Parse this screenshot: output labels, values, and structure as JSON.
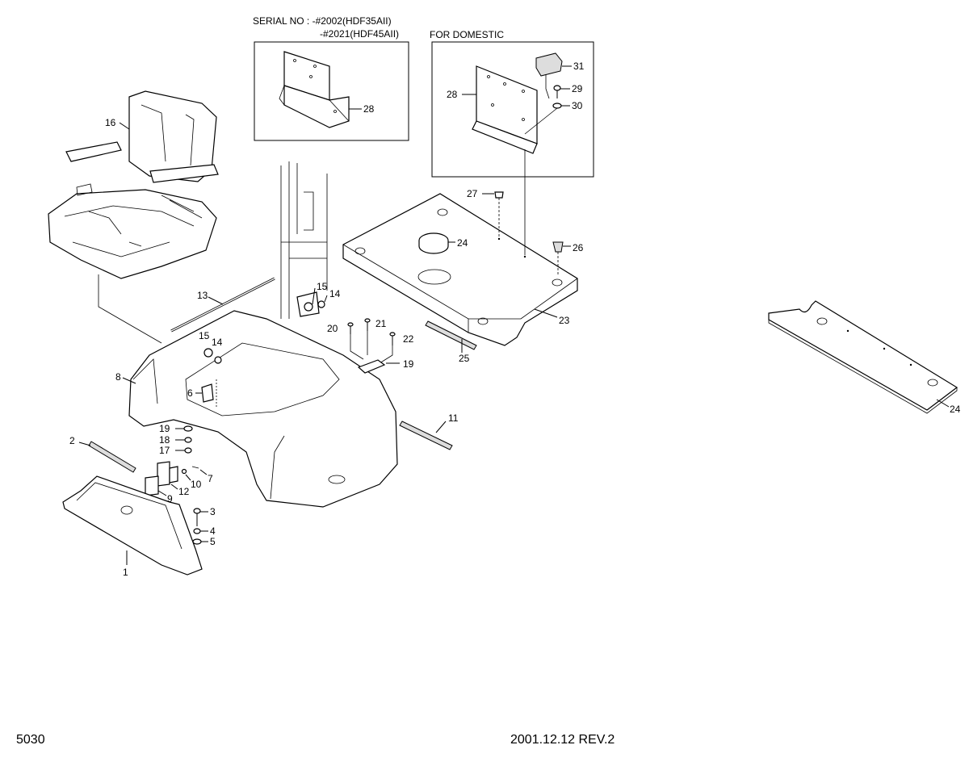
{
  "header": {
    "serial_line1": "SERIAL NO : -#2002(HDF35AII)",
    "serial_line2": "-#2021(HDF45AII)",
    "domestic": "FOR DOMESTIC"
  },
  "labels": {
    "p1": "1",
    "p2": "2",
    "p3": "3",
    "p4": "4",
    "p5": "5",
    "p6": "6",
    "p7": "7",
    "p8": "8",
    "p9": "9",
    "p10": "10",
    "p11": "11",
    "p12": "12",
    "p13": "13",
    "p14a": "14",
    "p14b": "14",
    "p15a": "15",
    "p15b": "15",
    "p16": "16",
    "p17": "17",
    "p18": "18",
    "p19a": "19",
    "p19b": "19",
    "p20": "20",
    "p21": "21",
    "p22": "22",
    "p23": "23",
    "p24a": "24",
    "p24b": "24",
    "p25": "25",
    "p26": "26",
    "p27": "27",
    "p28a": "28",
    "p28b": "28",
    "p29": "29",
    "p30": "30",
    "p31": "31"
  },
  "footer": {
    "page": "5030",
    "revision": "2001.12.12 REV.2"
  }
}
